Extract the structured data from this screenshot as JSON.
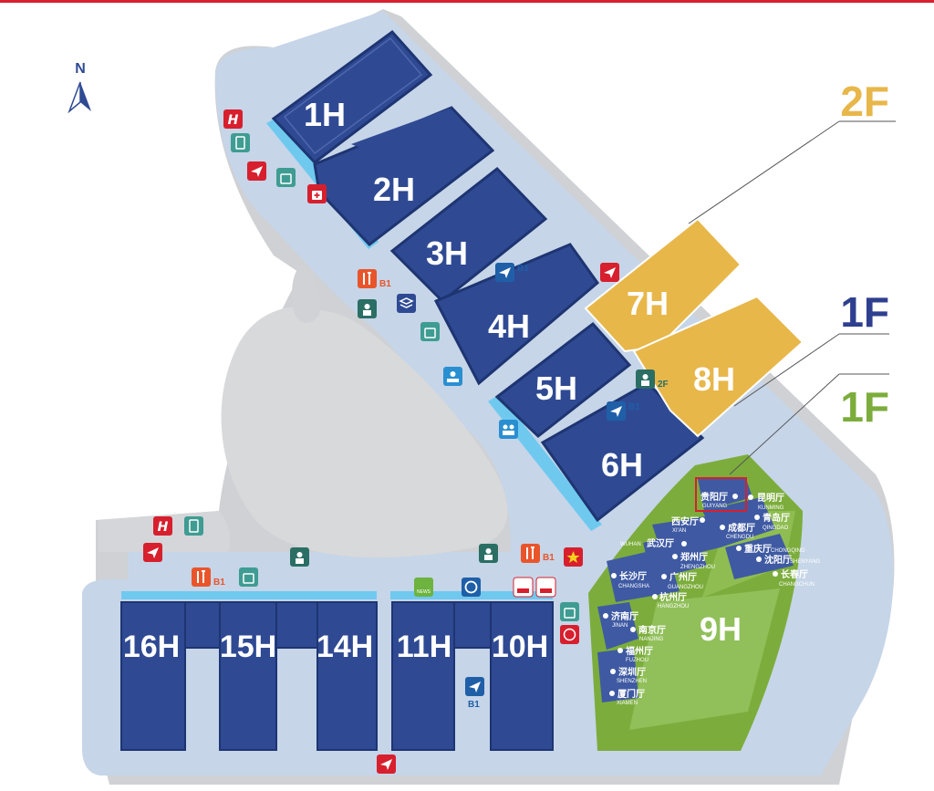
{
  "compass": {
    "label": "N"
  },
  "floors": [
    {
      "label": "2F",
      "color": "#e8b74a"
    },
    {
      "label": "1F",
      "color": "#2f3f8f"
    },
    {
      "label": "1F",
      "color": "#7cad3c"
    }
  ],
  "halls": [
    "1H",
    "2H",
    "3H",
    "4H",
    "5H",
    "6H",
    "7H",
    "8H",
    "9H",
    "10H",
    "11H",
    "14H",
    "15H",
    "16H"
  ],
  "city_halls": [
    {
      "zh": "贵阳厅",
      "en": "GUIYANG"
    },
    {
      "zh": "昆明厅",
      "en": "KUNMING"
    },
    {
      "zh": "西安厅",
      "en": "XI'AN"
    },
    {
      "zh": "成都厅",
      "en": "CHENGDU"
    },
    {
      "zh": "青岛厅",
      "en": "QINGDAO"
    },
    {
      "zh": "武汉厅",
      "en": "WUHAN"
    },
    {
      "zh": "重庆厅",
      "en": "CHONGQING"
    },
    {
      "zh": "郑州厅",
      "en": "ZHENGZHOU"
    },
    {
      "zh": "沈阳厅",
      "en": "SHENYANG"
    },
    {
      "zh": "长沙厅",
      "en": "CHANGSHA"
    },
    {
      "zh": "广州厅",
      "en": "GUANGZHOU"
    },
    {
      "zh": "长春厅",
      "en": "CHANGCHUN"
    },
    {
      "zh": "杭州厅",
      "en": "HANGZHOU"
    },
    {
      "zh": "济南厅",
      "en": "JINAN"
    },
    {
      "zh": "南京厅",
      "en": "NANJING"
    },
    {
      "zh": "福州厅",
      "en": "FUZHOU"
    },
    {
      "zh": "深圳厅",
      "en": "SHENZHEN"
    },
    {
      "zh": "厦门厅",
      "en": "XIAMEN"
    }
  ],
  "level_tags": {
    "b1": "B1",
    "f2": "2F"
  },
  "news_label": "NEWS",
  "icons": {
    "hotel": "hotel-icon",
    "clipboard": "clipboard-icon",
    "entrance": "entrance-icon",
    "luggage": "luggage-storage-icon",
    "first_aid": "first-aid-icon",
    "restaurant": "restaurant-icon",
    "elevator": "elevator-icon",
    "layers": "layers-icon",
    "service_desk": "service-desk-icon",
    "meeting_room": "meeting-room-icon",
    "people": "people-icon",
    "news": "news-icon",
    "camera": "camera-shutter-icon",
    "bank": "bank-icon",
    "star": "star-icon",
    "medical_cross": "medical-cross-icon"
  },
  "colors": {
    "hall_blue": "#2f4a93",
    "ground": "#c6d5e8",
    "road": "#cccccc",
    "hall_gold": "#e8b74a",
    "hall_green": "#7cad3c",
    "icon_red": "#d71f2e",
    "icon_teal": "#3f9c92",
    "icon_blue": "#1f5fa8",
    "icon_orange": "#e9552b",
    "icon_lightblue": "#2a8fd1"
  }
}
